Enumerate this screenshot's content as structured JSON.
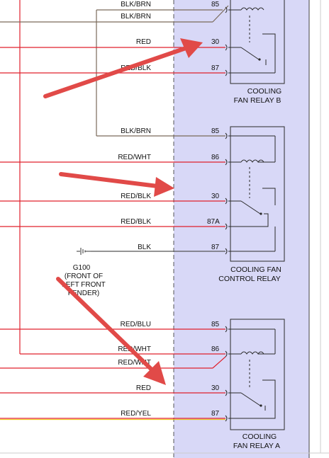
{
  "colors": {
    "relay_panel": "#d8d8f7",
    "red_wire": "#e0202c",
    "blk_brn_wire": "#7a6a5a",
    "blk_wire": "#555555",
    "yel_stripe": "#f2c200",
    "arrow": "#e14a48",
    "relay_box": "#2a2a2a"
  },
  "relays": {
    "fan_b": {
      "title_line1": "COOLING",
      "title_line2": "FAN RELAY B",
      "pins": [
        {
          "pin": "85",
          "wire": "BLK/BRN"
        },
        {
          "pin": "30",
          "wire": "RED"
        },
        {
          "pin": "87",
          "wire": "RED/BLK"
        }
      ]
    },
    "control": {
      "title_line1": "COOLING FAN",
      "title_line2": "CONTROL RELAY",
      "pins": [
        {
          "pin": "85",
          "wire": "BLK/BRN"
        },
        {
          "pin": "86",
          "wire": "RED/WHT"
        },
        {
          "pin": "30",
          "wire": "RED/BLK"
        },
        {
          "pin": "87A",
          "wire": "RED/BLK"
        },
        {
          "pin": "87",
          "wire": "BLK"
        }
      ]
    },
    "fan_a": {
      "title_line1": "COOLING",
      "title_line2": "FAN RELAY A",
      "pins": [
        {
          "pin": "85",
          "wire": "RED/BLU"
        },
        {
          "pin": "86",
          "wire": "RED/WHT"
        },
        {
          "pin": "30",
          "wire": "RED"
        },
        {
          "pin": "87",
          "wire": "RED/YEL"
        }
      ]
    }
  },
  "top_extra_wire": "BLK/BRN",
  "fan_a_extra_wire": "RED/WHT",
  "ground": {
    "id": "G100",
    "location_line1": "(FRONT OF",
    "location_line2": "LEFT FRONT",
    "location_line3": "FENDER)"
  }
}
